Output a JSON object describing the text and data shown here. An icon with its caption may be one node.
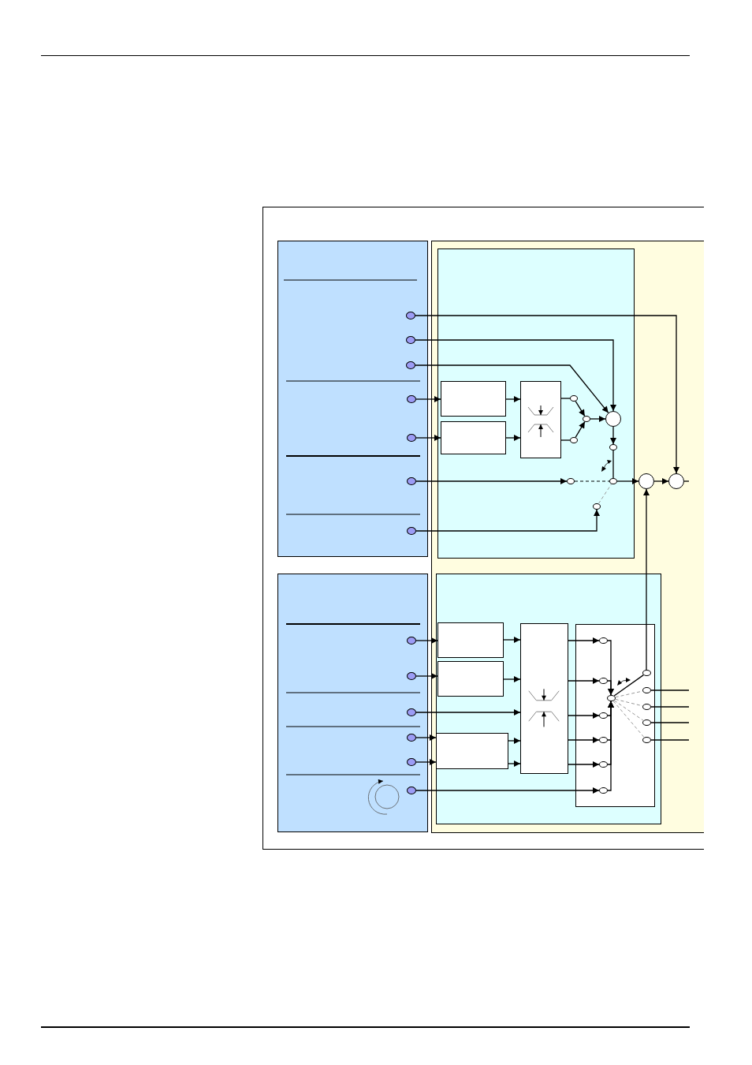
{
  "diagram": {
    "nodes": [
      {
        "text": [],
        "shape": "box"
      },
      {
        "text": [],
        "shape": "box",
        "in": 0
      },
      {
        "text": [],
        "shape": "box",
        "in": 0
      },
      {
        "text": [],
        "shape": "box",
        "in": 2
      },
      {
        "text": [],
        "shape": "box",
        "in": 0
      },
      {
        "text": [],
        "shape": "box",
        "in": 2
      },
      {
        "text": [],
        "shape": "circle",
        "in": 1
      },
      {
        "text": [],
        "shape": "circle",
        "in": 1
      },
      {
        "text": [],
        "shape": "circle",
        "in": 1
      },
      {
        "text": [],
        "shape": "circle",
        "in": 1
      },
      {
        "text": [],
        "shape": "circle",
        "in": 1
      },
      {
        "text": [],
        "shape": "circle",
        "in": 1
      },
      {
        "text": [],
        "shape": "circle",
        "in": 1
      },
      {
        "text": [],
        "shape": "box",
        "in": 3
      },
      {
        "text": [],
        "shape": "box",
        "in": 3
      },
      {
        "text": [],
        "shape": "box",
        "in": 3
      },
      {
        "text": [],
        "shape": "circle",
        "in": 3
      },
      {
        "text": [],
        "shape": "circle",
        "in": 3
      },
      {
        "text": [],
        "shape": "circle",
        "in": 3
      },
      {
        "text": [],
        "shape": "circle",
        "in": 3
      },
      {
        "text": [],
        "shape": "circle",
        "in": 3
      },
      {
        "text": [],
        "shape": "circle",
        "in": 3
      },
      {
        "text": [],
        "shape": "circle",
        "in": 3
      },
      {
        "text": [],
        "shape": "circle",
        "in": 3
      },
      {
        "text": [],
        "shape": "circle",
        "in": 2
      },
      {
        "text": [],
        "shape": "circle",
        "in": 2
      },
      {
        "text": [],
        "shape": "circle",
        "in": 4
      },
      {
        "text": [],
        "shape": "circle",
        "in": 4
      },
      {
        "text": [],
        "shape": "circle",
        "in": 4
      },
      {
        "text": [],
        "shape": "circle",
        "in": 4
      },
      {
        "text": [],
        "shape": "circle",
        "in": 4
      },
      {
        "text": [],
        "shape": "circle",
        "in": 4
      },
      {
        "text": [],
        "shape": "box",
        "in": 5
      },
      {
        "text": [],
        "shape": "box",
        "in": 5
      },
      {
        "text": [],
        "shape": "box",
        "in": 5
      },
      {
        "text": [],
        "shape": "box",
        "in": 5
      },
      {
        "text": [],
        "shape": "box",
        "in": 5
      },
      {
        "text": [],
        "shape": "circle",
        "in": 36
      },
      {
        "text": [],
        "shape": "circle",
        "in": 36
      },
      {
        "text": [],
        "shape": "circle",
        "in": 36
      },
      {
        "text": [],
        "shape": "circle",
        "in": 36
      },
      {
        "text": [],
        "shape": "circle",
        "in": 36
      },
      {
        "text": [],
        "shape": "circle",
        "in": 36
      },
      {
        "text": [],
        "shape": "circle",
        "in": 36
      },
      {
        "text": [],
        "shape": "circle",
        "in": 36
      },
      {
        "text": [],
        "shape": "circle",
        "in": 36
      },
      {
        "text": [],
        "shape": "circle",
        "in": 36
      },
      {
        "text": [],
        "shape": "circle",
        "in": 36
      },
      {
        "text": [],
        "shape": "circle",
        "in": 36
      }
    ],
    "edges": [
      {
        "from": 6,
        "to": 25,
        "arrow": "to"
      },
      {
        "from": 7,
        "to": 19,
        "arrow": "to"
      },
      {
        "from": 8,
        "to": 19,
        "arrow": "to"
      },
      {
        "from": 9,
        "to": 13,
        "arrow": "to"
      },
      {
        "from": 10,
        "to": 14,
        "arrow": "to"
      },
      {
        "from": 13,
        "to": 15,
        "arrow": "to"
      },
      {
        "from": 14,
        "to": 15,
        "arrow": "to"
      },
      {
        "from": 15,
        "to": 16,
        "arrow": "none"
      },
      {
        "from": 15,
        "to": 17,
        "arrow": "none"
      },
      {
        "from": 16,
        "to": 18,
        "arrow": "to"
      },
      {
        "from": 17,
        "to": 18,
        "arrow": "to"
      },
      {
        "from": 18,
        "to": 19,
        "arrow": "to"
      },
      {
        "from": 19,
        "to": 20,
        "arrow": "to"
      },
      {
        "from": 11,
        "to": 21,
        "arrow": "to"
      },
      {
        "from": 21,
        "to": 22,
        "arrow": "none",
        "style": "dashed"
      },
      {
        "from": 20,
        "to": 22,
        "arrow": "none"
      },
      {
        "from": 23,
        "to": 22,
        "arrow": "none",
        "style": "dashed",
        "color": "#999999"
      },
      {
        "from": 12,
        "to": 23,
        "arrow": "to"
      },
      {
        "from": 22,
        "to": 24,
        "arrow": "to"
      },
      {
        "from": 24,
        "to": 25,
        "arrow": "to"
      },
      {
        "from": 25,
        "to": null,
        "arrow": "none"
      },
      {
        "from": 44,
        "to": 24,
        "arrow": "to"
      },
      {
        "from": 26,
        "to": 32,
        "arrow": "to"
      },
      {
        "from": 27,
        "to": 33,
        "arrow": "to"
      },
      {
        "from": 32,
        "to": 35,
        "arrow": "to"
      },
      {
        "from": 33,
        "to": 35,
        "arrow": "to"
      },
      {
        "from": 28,
        "to": 35,
        "arrow": "to"
      },
      {
        "from": 29,
        "to": 34,
        "arrow": "to"
      },
      {
        "from": 30,
        "to": 34,
        "arrow": "to"
      },
      {
        "from": 34,
        "to": 35,
        "arrow": "to"
      },
      {
        "from": 34,
        "to": 35,
        "arrow": "to"
      },
      {
        "from": 35,
        "to": 37,
        "arrow": "to"
      },
      {
        "from": 35,
        "to": 38,
        "arrow": "to"
      },
      {
        "from": 35,
        "to": 39,
        "arrow": "to"
      },
      {
        "from": 35,
        "to": 40,
        "arrow": "to"
      },
      {
        "from": 35,
        "to": 41,
        "arrow": "to"
      },
      {
        "from": 31,
        "to": 42,
        "arrow": "to"
      },
      {
        "from": 37,
        "to": 43,
        "arrow": "to"
      },
      {
        "from": 38,
        "to": 43,
        "arrow": "to"
      },
      {
        "from": 39,
        "to": 43,
        "arrow": "to"
      },
      {
        "from": 40,
        "to": 43,
        "arrow": "to"
      },
      {
        "from": 41,
        "to": 43,
        "arrow": "to"
      },
      {
        "from": 42,
        "to": 43,
        "arrow": "to"
      },
      {
        "from": 43,
        "to": 44,
        "arrow": "none"
      },
      {
        "from": 43,
        "to": 45,
        "arrow": "none",
        "style": "dashed",
        "color": "#999999"
      },
      {
        "from": 43,
        "to": 46,
        "arrow": "none",
        "style": "dashed",
        "color": "#999999"
      },
      {
        "from": 43,
        "to": 47,
        "arrow": "none",
        "style": "dashed",
        "color": "#999999"
      },
      {
        "from": 43,
        "to": 48,
        "arrow": "none",
        "style": "dashed",
        "color": "#999999"
      },
      {
        "from": 45,
        "to": null,
        "arrow": "none"
      },
      {
        "from": 46,
        "to": null,
        "arrow": "none"
      },
      {
        "from": 47,
        "to": null,
        "arrow": "none"
      },
      {
        "from": 48,
        "to": null,
        "arrow": "none"
      }
    ]
  }
}
